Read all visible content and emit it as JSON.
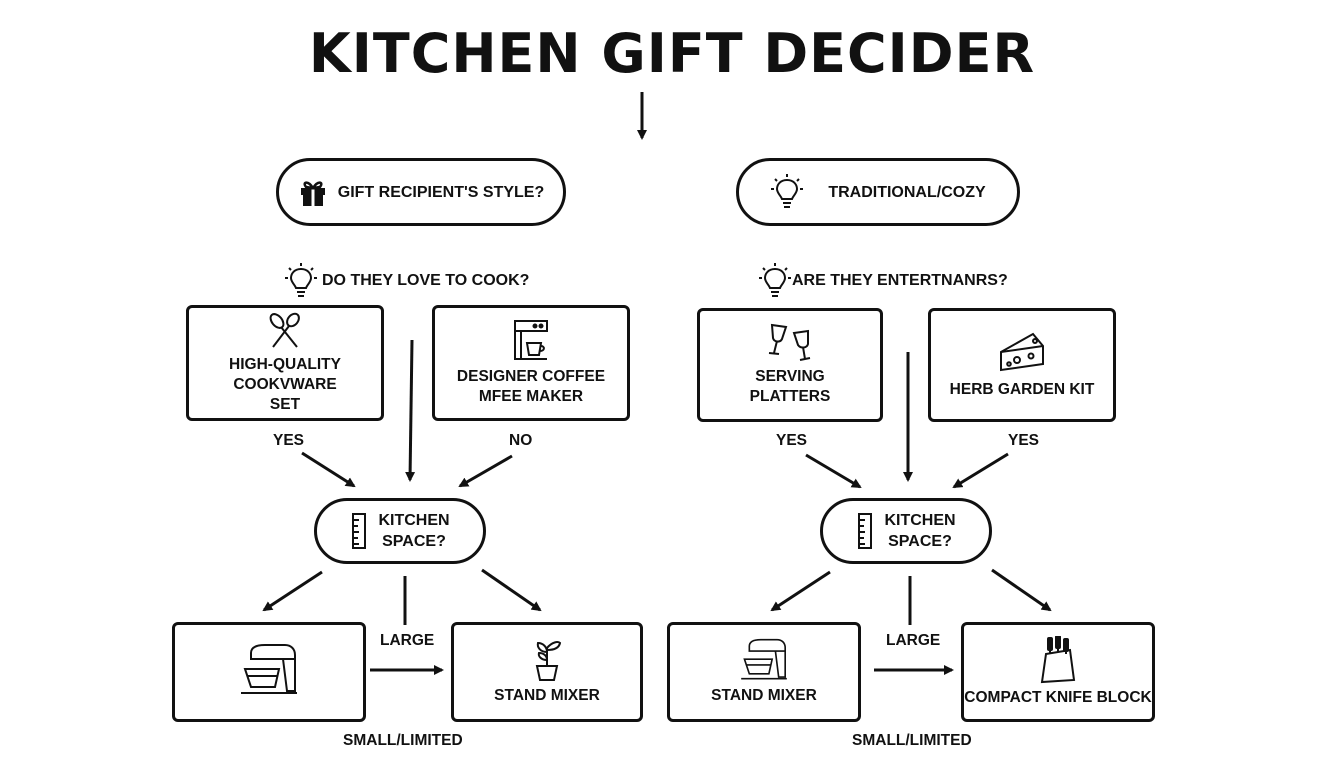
{
  "title": "KITCHEN GIFT DECIDER",
  "left": {
    "start": "GIFT RECIPIENT'S STYLE?",
    "question": "DO THEY LOVE TO COOK?",
    "option_a": "HIGH-QUALITY\nCOOKVWARE\nSET",
    "option_b": "DESIGNER COFFEE\nMFEE MAKER",
    "edge_a": "YES",
    "edge_b": "NO",
    "decision": "KITCHEN\nSPACE?",
    "edge_mid": "LARGE",
    "result_b": "STAND MIXER",
    "edge_bottom": "SMALL/LIMITED"
  },
  "right": {
    "start": "TRADITIONAL/COZY",
    "question": "ARE THEY ENTERTNANRS?",
    "option_a": "SERVING\nPLATTERS",
    "option_b": "HERB GARDEN KIT",
    "edge_a": "YES",
    "edge_b": "YES",
    "decision": "KITCHEN\nSPACE?",
    "edge_mid": "LARGE",
    "result_a": "STAND MIXER",
    "result_b": "COMPACT KNIFE BLOCK",
    "edge_bottom": "SMALL/LIMITED"
  },
  "icons": {
    "gift": "gift-icon",
    "bulb": "lightbulb-icon",
    "utensils": "whisk-spoon-icon",
    "coffee": "coffee-machine-icon",
    "glasses": "wine-glasses-icon",
    "cheese": "cheese-icon",
    "ruler": "ruler-icon",
    "mixer": "stand-mixer-icon",
    "plant": "potted-plant-icon",
    "knives": "knife-block-icon"
  }
}
